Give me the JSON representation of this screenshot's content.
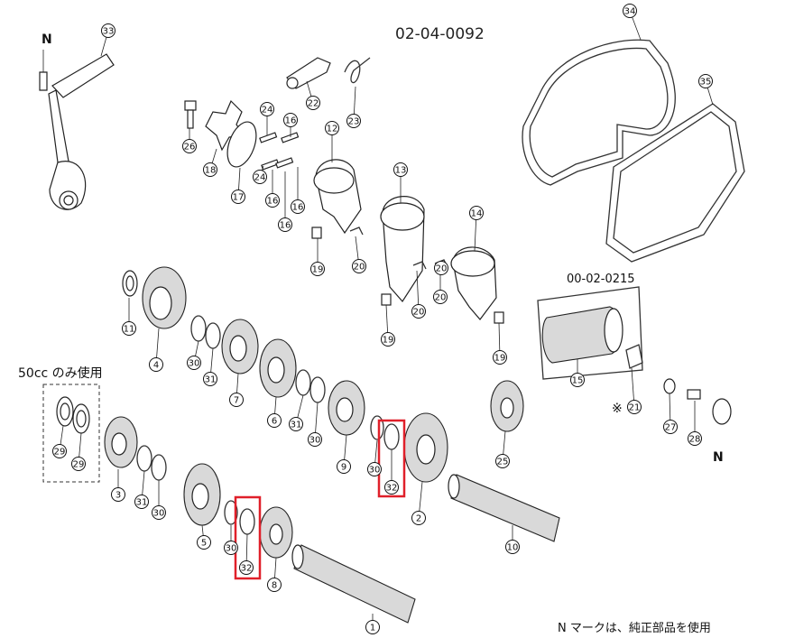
{
  "diagram_code": "02-04-0092",
  "sub_code": "00-02-0215",
  "caption_50cc": "50cc のみ使用",
  "footnote": "N マークは、純正部品を使用",
  "n_mark": "N",
  "asterisk": "※",
  "highlight_color": "#e0202a",
  "callouts": [
    "1",
    "2",
    "3",
    "4",
    "5",
    "6",
    "7",
    "8",
    "9",
    "10",
    "11",
    "12",
    "13",
    "14",
    "15",
    "16",
    "16",
    "16",
    "16",
    "17",
    "18",
    "19",
    "19",
    "19",
    "20",
    "20",
    "20",
    "20",
    "21",
    "22",
    "23",
    "24",
    "24",
    "25",
    "26",
    "27",
    "28",
    "29",
    "29",
    "30",
    "30",
    "30",
    "30",
    "30",
    "31",
    "31",
    "31",
    "32",
    "32",
    "33",
    "34",
    "35"
  ]
}
